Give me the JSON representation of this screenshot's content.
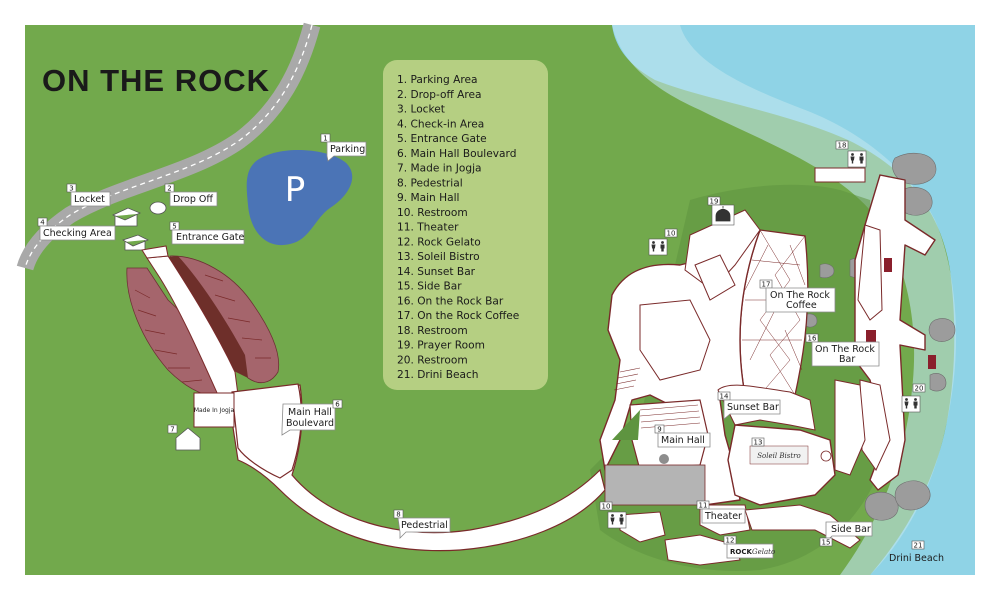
{
  "title": "ON THE ROCK",
  "parking_letter": "P",
  "legend": [
    "1.  Parking Area",
    "2.  Drop-off Area",
    "3.  Locket",
    "4.  Check-in Area",
    "5.  Entrance Gate",
    "6.  Main Hall Boulevard",
    "7.  Made in Jogja",
    "8.  Pedestrial",
    "9.  Main Hall",
    "10. Restroom",
    "11. Theater",
    "12. Rock Gelato",
    "13. Soleil Bistro",
    "14. Sunset Bar",
    "15. Side Bar",
    "16. On the Rock Bar",
    "17. On the Rock Coffee",
    "18. Restroom",
    "19. Prayer Room",
    "20. Restroom",
    "21. Drini Beach"
  ],
  "markers": {
    "parking": {
      "num": "1",
      "label": "Parking"
    },
    "drop_off": {
      "num": "2",
      "label": "Drop Off"
    },
    "locket": {
      "num": "3",
      "label": "Locket"
    },
    "checking": {
      "num": "4",
      "label": "Checking Area"
    },
    "entrance": {
      "num": "5",
      "label": "Entrance Gate"
    },
    "boulevard": {
      "num": "6",
      "label1": "Main Hall",
      "label2": "Boulevard"
    },
    "made_in_jogja": {
      "num": "7",
      "sign": "Made In Jogja"
    },
    "pedestrial": {
      "num": "8",
      "label": "Pedestrial"
    },
    "main_hall": {
      "num": "9",
      "label": "Main Hall"
    },
    "restroom_10a": {
      "num": "10"
    },
    "restroom_10b": {
      "num": "10"
    },
    "theater": {
      "num": "11",
      "label": "Theater"
    },
    "rock_gelato": {
      "num": "12",
      "sign1": "ROCK",
      "sign2": "Gelato"
    },
    "soleil_bistro": {
      "num": "13",
      "sign": "Soleil Bistro"
    },
    "sunset_bar": {
      "num": "14",
      "label": "Sunset Bar"
    },
    "side_bar": {
      "num": "15",
      "label": "Side Bar"
    },
    "rock_bar": {
      "num": "16",
      "label1": "On The Rock",
      "label2": "Bar"
    },
    "rock_coffee": {
      "num": "17",
      "label1": "On The Rock",
      "label2": "Coffee"
    },
    "restroom_18": {
      "num": "18"
    },
    "prayer_room": {
      "num": "19"
    },
    "restroom_20": {
      "num": "20"
    },
    "drini_beach": {
      "num": "21",
      "label": "Drini Beach"
    }
  },
  "colors": {
    "grass": "#72a94c",
    "sea": "#8fd3e6",
    "parking": "#4b74b6",
    "rock": "#a5656c",
    "legend_bg": "#b5cf82",
    "building_outline": "#7a2a2a"
  }
}
